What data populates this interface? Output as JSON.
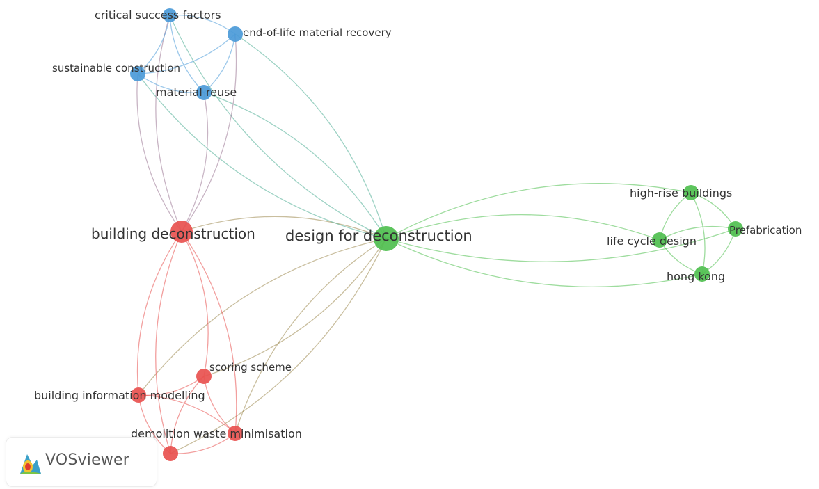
{
  "app": {
    "brand": "VOSviewer",
    "logo_icon": "vosviewer-logo-icon"
  },
  "colors": {
    "cluster1": "#e8514f",
    "cluster2": "#4fbf4f",
    "cluster3": "#4b9ad8"
  },
  "nodes": [
    {
      "id": "dfd",
      "label": "design for deconstruction",
      "cluster": "cluster2"
    },
    {
      "id": "bd",
      "label": "building deconstruction",
      "cluster": "cluster1"
    },
    {
      "id": "csf",
      "label": "critical success factors",
      "cluster": "cluster3"
    },
    {
      "id": "eol",
      "label": "end-of-life material recovery",
      "cluster": "cluster3"
    },
    {
      "id": "sc",
      "label": "sustainable construction",
      "cluster": "cluster3"
    },
    {
      "id": "mr",
      "label": "material reuse",
      "cluster": "cluster3"
    },
    {
      "id": "hrb",
      "label": "high-rise buildings",
      "cluster": "cluster2"
    },
    {
      "id": "pre",
      "label": "Prefabrication",
      "cluster": "cluster2"
    },
    {
      "id": "lcd",
      "label": "life cycle design",
      "cluster": "cluster2"
    },
    {
      "id": "hk",
      "label": "hong kong",
      "cluster": "cluster2"
    },
    {
      "id": "ss",
      "label": "scoring scheme",
      "cluster": "cluster1"
    },
    {
      "id": "bim",
      "label": "building information modelling",
      "cluster": "cluster1"
    },
    {
      "id": "dwm",
      "label": "demolition waste minimisation",
      "cluster": "cluster1"
    },
    {
      "id": "r4",
      "label": "",
      "cluster": "cluster1"
    }
  ],
  "links": [
    [
      "dfd",
      "bd"
    ],
    [
      "dfd",
      "csf"
    ],
    [
      "dfd",
      "eol"
    ],
    [
      "dfd",
      "sc"
    ],
    [
      "dfd",
      "mr"
    ],
    [
      "dfd",
      "hrb"
    ],
    [
      "dfd",
      "pre"
    ],
    [
      "dfd",
      "lcd"
    ],
    [
      "dfd",
      "hk"
    ],
    [
      "dfd",
      "ss"
    ],
    [
      "dfd",
      "dwm"
    ],
    [
      "dfd",
      "r4"
    ],
    [
      "dfd",
      "bim"
    ],
    [
      "bd",
      "csf"
    ],
    [
      "bd",
      "eol"
    ],
    [
      "bd",
      "sc"
    ],
    [
      "bd",
      "mr"
    ],
    [
      "bd",
      "ss"
    ],
    [
      "bd",
      "bim"
    ],
    [
      "bd",
      "dwm"
    ],
    [
      "bd",
      "r4"
    ],
    [
      "csf",
      "sc"
    ],
    [
      "csf",
      "mr"
    ],
    [
      "csf",
      "eol"
    ],
    [
      "sc",
      "mr"
    ],
    [
      "eol",
      "mr"
    ],
    [
      "sc",
      "eol"
    ],
    [
      "hrb",
      "pre"
    ],
    [
      "hrb",
      "lcd"
    ],
    [
      "hrb",
      "hk"
    ],
    [
      "pre",
      "lcd"
    ],
    [
      "pre",
      "hk"
    ],
    [
      "lcd",
      "hk"
    ],
    [
      "ss",
      "bim"
    ],
    [
      "ss",
      "dwm"
    ],
    [
      "bim",
      "dwm"
    ],
    [
      "bim",
      "r4"
    ],
    [
      "dwm",
      "r4"
    ],
    [
      "ss",
      "r4"
    ]
  ]
}
